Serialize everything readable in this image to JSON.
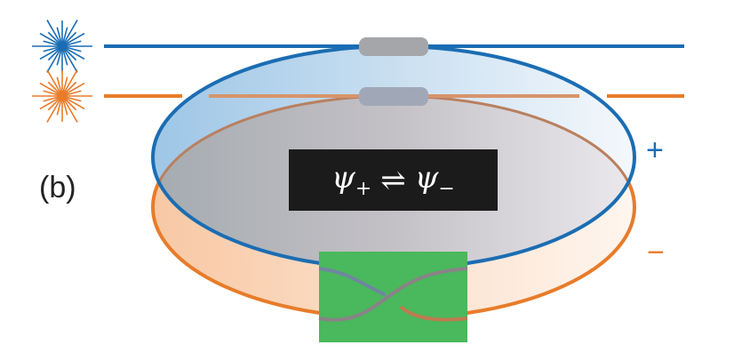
{
  "panel_label": "(b)",
  "equation": {
    "lhs": "ψ",
    "lhs_sub": "+",
    "arrow": "⇌",
    "rhs": "ψ",
    "rhs_sub": "−"
  },
  "mode_labels": {
    "plus": "+",
    "minus": "−"
  },
  "colors": {
    "blue": "#1b6db3",
    "orange": "#e87c2a",
    "green": "#4ab85c",
    "pill": "#a4a6aa",
    "box": "#1b1b1b"
  }
}
